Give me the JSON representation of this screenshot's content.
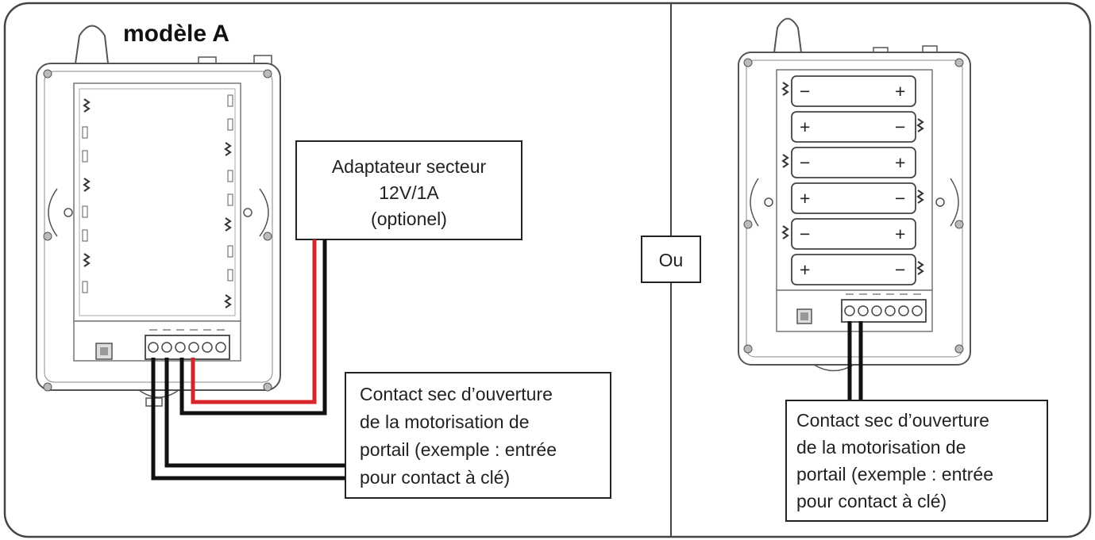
{
  "left_panel": {
    "title": "modèle A",
    "adapter_label": {
      "line1": "Adaptateur secteur",
      "line2": "12V/1A",
      "line3": "(optionel)"
    },
    "contact_label": {
      "line1": "Contact sec d’ouverture",
      "line2": "de la motorisation de",
      "line3": "portail (exemple : entrée",
      "line4": "pour contact à clé)"
    }
  },
  "separator": {
    "label": "Ou"
  },
  "right_panel": {
    "battery_signs": {
      "minus": "−",
      "plus": "+"
    },
    "contact_label": {
      "line1": "Contact sec d’ouverture",
      "line2": "de la motorisation de",
      "line3": "portail (exemple : entrée",
      "line4": "pour contact à clé)"
    }
  },
  "colors": {
    "outline": "#555555",
    "wire_black": "#111111",
    "wire_red": "#d9252a",
    "frame": "#444444"
  }
}
